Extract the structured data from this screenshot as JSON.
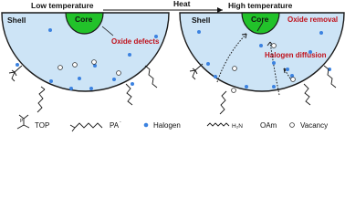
{
  "labels": {
    "low_temperature": "Low temperature",
    "heat": "Heat",
    "high_temperature": "High temperature",
    "shell_left": "Shell",
    "core_left": "Core",
    "oxide_defects": "Oxide defects",
    "shell_right": "Shell",
    "core_right": "Core",
    "oxide_removal": "Oxide removal",
    "halogen_diffusion": "Halogen diffusion"
  },
  "legend": {
    "top": "TOP",
    "pa": "PA",
    "pa_superscript": "-",
    "halogen": "Halogen",
    "oam_ligand": "H₂N",
    "oam": "OAm",
    "vacancy": "Vacancy"
  },
  "colors": {
    "shell_fill": "#cde4f6",
    "shell_stroke": "#1a1a1a",
    "core_fill": "#22c22a",
    "halogen": "#3b82e0",
    "highlight_red": "#c0101a",
    "text": "#111111"
  }
}
